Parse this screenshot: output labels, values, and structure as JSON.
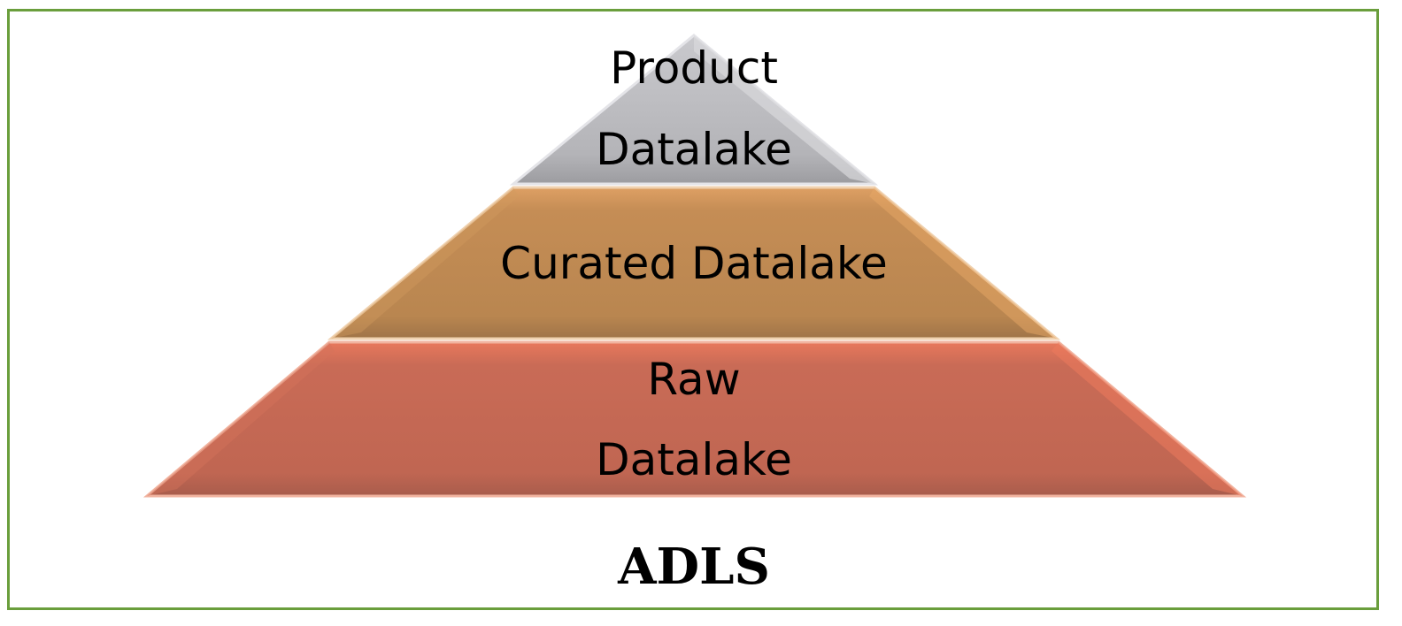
{
  "diagram": {
    "tiers": [
      {
        "id": "product",
        "lines": [
          "Product",
          "Datalake"
        ],
        "color": "#b8b8bc"
      },
      {
        "id": "curated",
        "lines": [
          "Curated Datalake"
        ],
        "color": "#c08a52"
      },
      {
        "id": "raw",
        "lines": [
          "Raw",
          "Datalake"
        ],
        "color": "#c36754"
      }
    ],
    "footer": "ADLS",
    "frame_color": "#6a9e3c"
  }
}
